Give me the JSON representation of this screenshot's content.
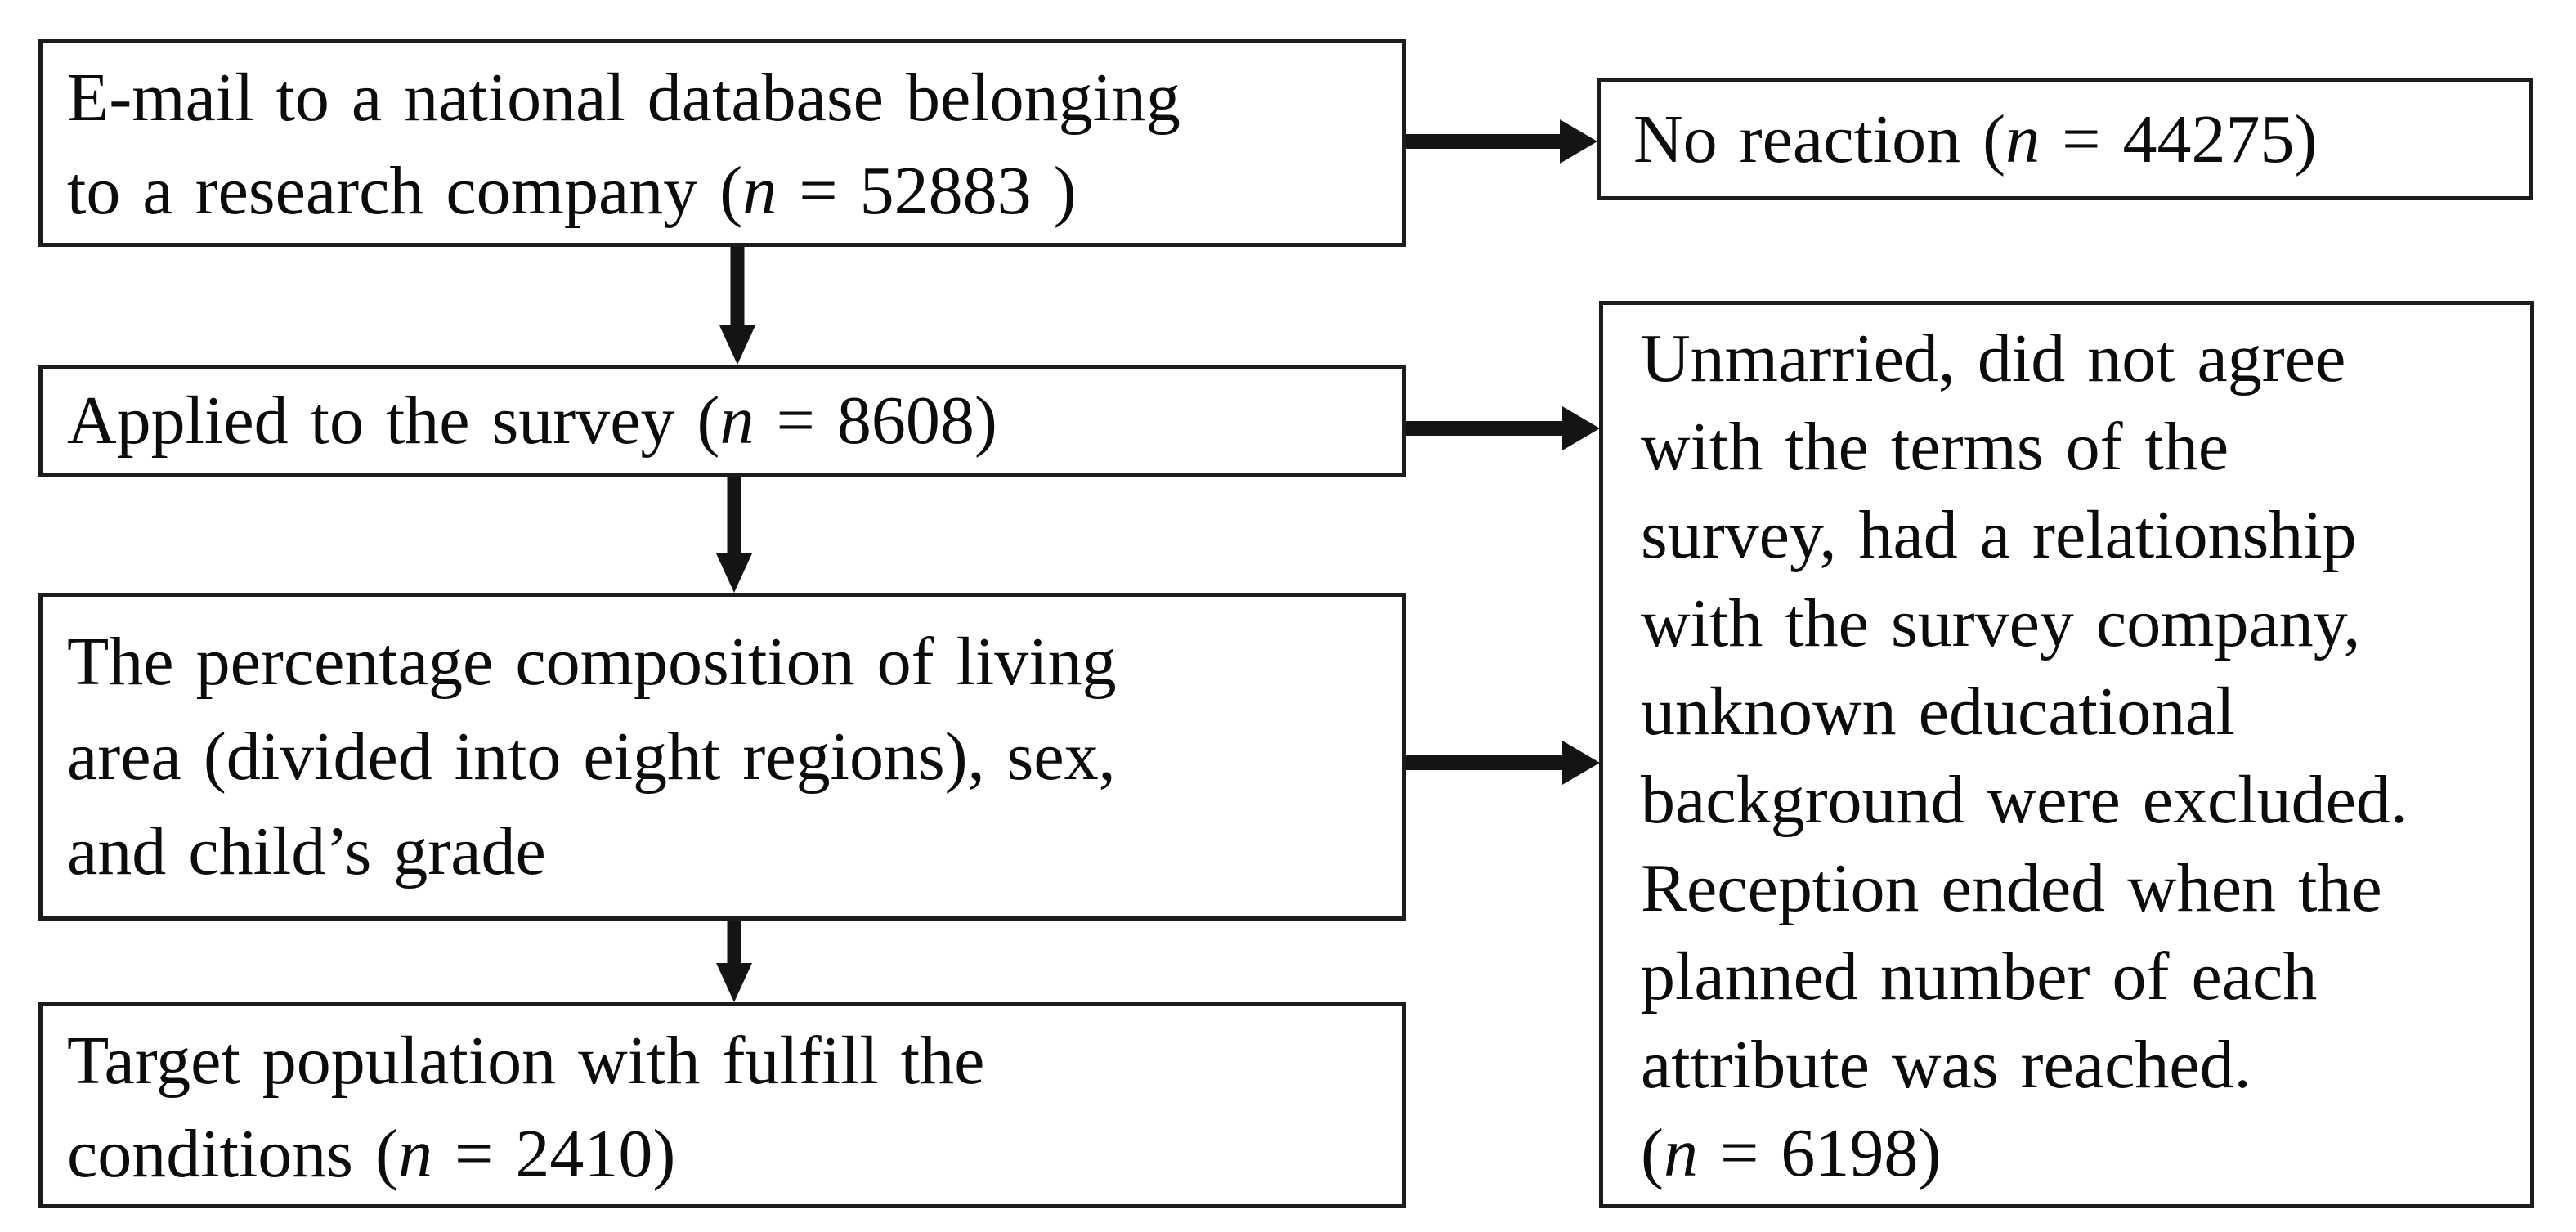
{
  "flow": {
    "colors": {
      "ink": "#141414",
      "border": "#1c1c1c",
      "paper": "#ffffff",
      "text": "#0c0c0c"
    },
    "box_email": {
      "line1": "E-mail to a national database belonging",
      "line2_pre": "to a research company (",
      "n_symbol": "n",
      "line2_post": " = 52883 )"
    },
    "box_no_reaction": {
      "pre": "No reaction (",
      "n_symbol": "n",
      "post": " = 44275)"
    },
    "box_applied": {
      "pre": "Applied to the survey (",
      "n_symbol": "n",
      "post": " = 8608)"
    },
    "box_percentage": {
      "line1": "The percentage composition of living",
      "line2": "area (divided into eight regions), sex,",
      "line3": "and child’s grade"
    },
    "box_excluded": {
      "line1": "Unmarried, did not agree",
      "line2": "with the terms of the",
      "line3": "survey, had a relationship",
      "line4": "with the survey company,",
      "line5": "unknown educational",
      "line6": "background were excluded.",
      "line7": "Reception ended when the",
      "line8": "planned number of each",
      "line9": "attribute was reached.",
      "line10_pre": "(",
      "n_symbol": "n",
      "line10_post": " = 6198)"
    },
    "box_target": {
      "line1": "Target population with fulfill the",
      "line2_pre": "conditions (",
      "n_symbol": "n",
      "line2_post": " = 2410)"
    },
    "icons": {
      "down_arrow": "arrow-down-icon",
      "right_arrow": "arrow-right-icon"
    }
  }
}
